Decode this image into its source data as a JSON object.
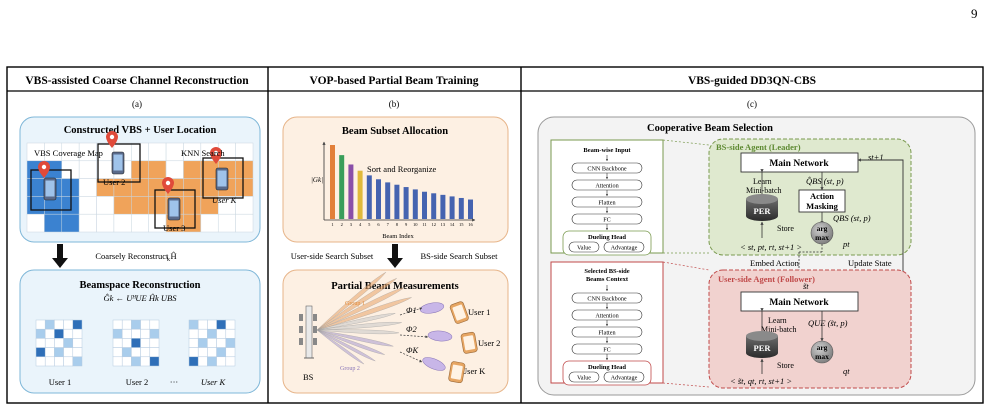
{
  "page_number": "9",
  "panels": {
    "left": {
      "header": "VBS-assisted Coarse Channel Reconstruction",
      "sub": "(a)",
      "top_box_title": "Constructed VBS + User Location",
      "coverage_label": "VBS Coverage Map",
      "knn_label": "KNN Search",
      "user2": "User 2",
      "userK": "User K",
      "user3": "User 3",
      "arrow_label": "Coarsely Reconstruct  Ĥ",
      "arrow_label_sub": "k",
      "bottom_box_title": "Beamspace Reconstruction",
      "formula": "Ĝk ← UᴴUE Ĥk UBS",
      "matrix_labels": [
        "User 1",
        "User 2",
        "User K"
      ],
      "ellipsis": "···"
    },
    "middle": {
      "header": "VOP-based Partial Beam Training",
      "sub": "(b)",
      "top_box_title": "Beam Subset Allocation",
      "ylabel": "|Gk|",
      "xlabel": "Beam Index",
      "sort_label": "Sort and Reorganize",
      "user_side": "User-side Search Subset",
      "bs_side": "BS-side Search Subset",
      "bottom_box_title": "Partial Beam Measurements",
      "group1": "Group 1",
      "group2": "Group 2",
      "phi1": "Φ1",
      "phi2": "Φ2",
      "phiK": "ΦK",
      "bs_label": "BS",
      "user1": "User 1",
      "user2": "User 2",
      "userK": "User K"
    },
    "right": {
      "header": "VBS-guided DD3QN-CBS",
      "sub": "(c)",
      "coop_title": "Cooperative Beam Selection",
      "bs_agent": "BS-side Agent (Leader)",
      "ue_agent": "User-side Agent (Follower)",
      "main_network": "Main Network",
      "learn": "Learn",
      "minibatch": "Mini-batch",
      "per": "PER",
      "store": "Store",
      "action_masking_1": "Action",
      "action_masking_2": "Masking",
      "arg": "arg",
      "max": "max",
      "q_bs_hat": "Q̂BS (st, p)",
      "q_bs": "QBS (st, p)",
      "q_ue": "QUE (s̃t, p)",
      "s_t1": "st+1",
      "s_tilde": "s̃t",
      "p_t": "pt",
      "q_t": "qt",
      "tuple_bs": "< st,  pt,  rt,  st+1 >",
      "tuple_ue": "< s̃t,  qt,  rt,  st+1 >",
      "embed_action": "Embed Action",
      "update_state": "Update State",
      "net_top": {
        "title": "Beam-wise Input",
        "layers": [
          "CNN Backbone",
          "Attention",
          "Flatten",
          "FC"
        ],
        "head": "Dueling Head",
        "value": "Value",
        "advantage": "Advantage"
      },
      "net_bottom": {
        "title1": "Selected BS-side",
        "title2": "Beams Context",
        "layers": [
          "CNN Backbone",
          "Attention",
          "Flatten",
          "FC"
        ],
        "head": "Dueling Head",
        "value": "Value",
        "advantage": "Advantage"
      }
    }
  },
  "chart_data": {
    "type": "bar",
    "title": "",
    "xlabel": "Beam Index",
    "ylabel": "|Gk|",
    "categories": [
      "1",
      "2",
      "3",
      "4",
      "5",
      "6",
      "7",
      "8",
      "9",
      "10",
      "11",
      "12",
      "13",
      "14",
      "15",
      "16"
    ],
    "values": [
      95,
      82,
      70,
      62,
      56,
      51,
      47,
      44,
      41,
      38,
      35,
      33,
      31,
      29,
      27,
      25
    ],
    "colors": [
      "#e2803a",
      "#3a9e5a",
      "#8a4fa8",
      "#e0b93a",
      "#4563b0",
      "#4563b0",
      "#4563b0",
      "#4563b0",
      "#4563b0",
      "#4563b0",
      "#4563b0",
      "#4563b0",
      "#4563b0",
      "#4563b0",
      "#4563b0",
      "#4563b0"
    ]
  },
  "colors": {
    "blue_cell": "#3b82d0",
    "orange_cell": "#f0a35a",
    "bs_agent_fill": "#dfe9cf",
    "bs_agent_stroke": "#7a9a4f",
    "ue_agent_fill": "#f1d2cf",
    "ue_agent_stroke": "#c04a4a",
    "top_box_fill": "#eaf4fb",
    "mid_box_fill": "#fdf0e3"
  }
}
